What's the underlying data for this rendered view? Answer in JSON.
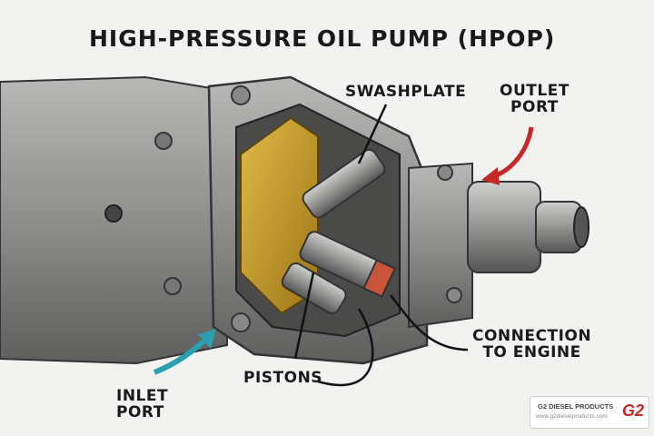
{
  "title": "HIGH-PRESSURE OIL PUMP (HPOP)",
  "labels": {
    "swashplate": "SWASHPLATE",
    "outlet_port": [
      "OUTLET",
      "PORT"
    ],
    "connection": [
      "CONNECTION",
      "TO ENGINE"
    ],
    "pistons": "PISTONS",
    "inlet_port": [
      "INLET",
      "PORT"
    ]
  },
  "logo": {
    "name": "G2 DIESEL PRODUCTS",
    "url": "www.g2dieselproducts.com",
    "mark": "G2"
  },
  "colors": {
    "outlet_arrow": "#c62828",
    "inlet_arrow": "#2aa0b0",
    "swashplate": "#c9a232",
    "housing": "#8c8c8a"
  }
}
